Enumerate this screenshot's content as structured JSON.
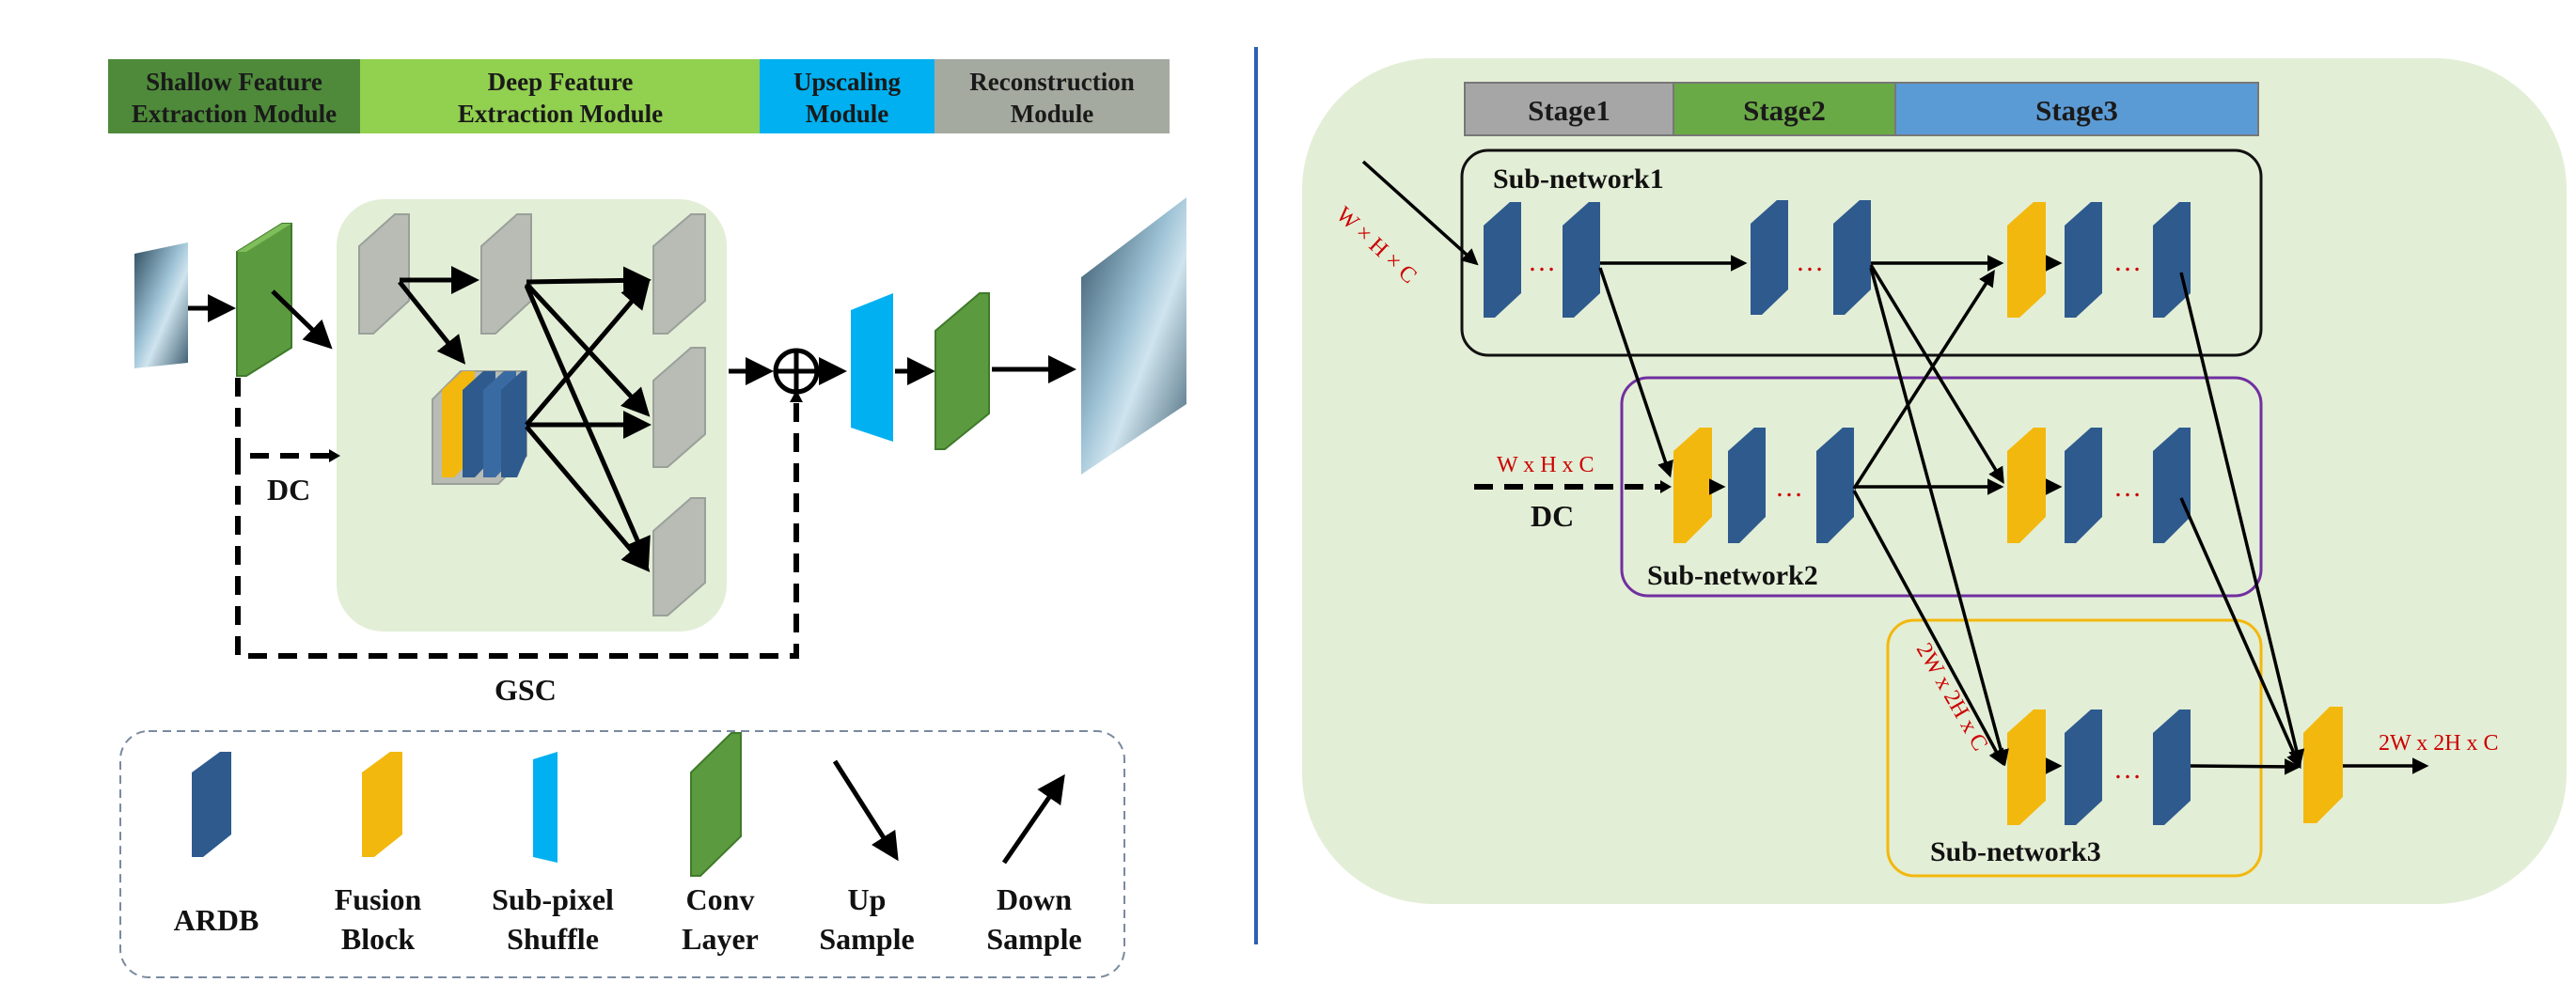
{
  "colors": {
    "shallow": "#4e8a3a",
    "deep": "#92d050",
    "upscaling": "#00b0f0",
    "reconstruction": "#a5aaa0",
    "ardb": "#2e5a8e",
    "fusion": "#f3b80e",
    "conv": "#5b9a3f",
    "panel_bg": "#e3eed6",
    "stage1": "#a6a6a6",
    "stage2": "#6aaa46",
    "stage3": "#5b9bd5",
    "divider": "#2f5fb0",
    "red_text": "#cc0000"
  },
  "left": {
    "headers": [
      {
        "line1": "Shallow Feature",
        "line2": "Extraction Module"
      },
      {
        "line1": "Deep Feature",
        "line2": "Extraction Module"
      },
      {
        "line1": "Upscaling",
        "line2": "Module"
      },
      {
        "line1": "Reconstruction",
        "line2": "Module"
      }
    ],
    "dc_label": "DC",
    "gsc_label": "GSC",
    "plus_symbol": "+"
  },
  "legend": [
    {
      "line1": "ARDB",
      "line2": "",
      "icon": "ardb-block-icon"
    },
    {
      "line1": "Fusion",
      "line2": "Block",
      "icon": "fusion-block-icon"
    },
    {
      "line1": "Sub-pixel",
      "line2": "Shuffle",
      "icon": "subpixel-shuffle-icon"
    },
    {
      "line1": "Conv",
      "line2": "Layer",
      "icon": "conv-layer-icon"
    },
    {
      "line1": "Up",
      "line2": "Sample",
      "icon": "up-sample-arrow-icon"
    },
    {
      "line1": "Down",
      "line2": "Sample",
      "icon": "down-sample-arrow-icon"
    }
  ],
  "right": {
    "stages": [
      "Stage1",
      "Stage2",
      "Stage3"
    ],
    "subnets": [
      "Sub-network1",
      "Sub-network2",
      "Sub-network3"
    ],
    "dims_top": "W × H × C",
    "dims_mid": "W x H x C",
    "dims_low": "2W x 2H x C",
    "dims_out": "2W x 2H x C",
    "dc_label": "DC",
    "dots": "…"
  }
}
